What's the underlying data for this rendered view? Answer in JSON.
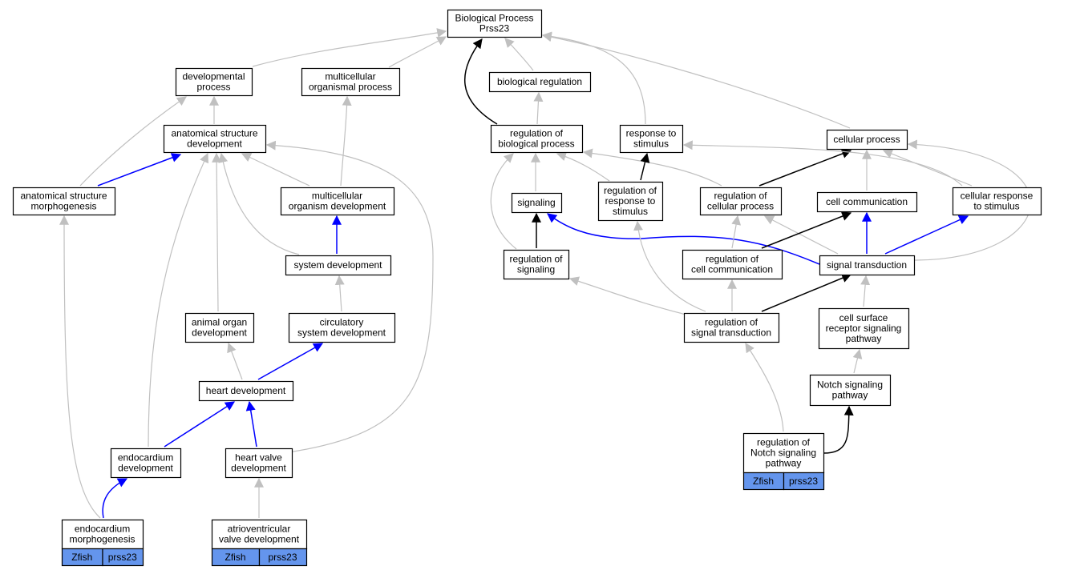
{
  "colors": {
    "edge_gray": "#c0c0c0",
    "edge_black": "#000000",
    "edge_blue": "#0000ff",
    "tag_fill": "#6495ed",
    "node_border": "#000000",
    "node_fill": "#ffffff"
  },
  "nodes": [
    {
      "id": "bp",
      "lines": [
        "Biological Process",
        "Prss23"
      ]
    },
    {
      "id": "devproc",
      "lines": [
        "developmental",
        "process"
      ]
    },
    {
      "id": "multiorg",
      "lines": [
        "multicellular",
        "organismal process"
      ]
    },
    {
      "id": "bioreg",
      "lines": [
        "biological regulation"
      ]
    },
    {
      "id": "asd",
      "lines": [
        "anatomical structure",
        "development"
      ]
    },
    {
      "id": "regbp",
      "lines": [
        "regulation of",
        "biological process"
      ]
    },
    {
      "id": "resp",
      "lines": [
        "response to",
        "stimulus"
      ]
    },
    {
      "id": "cellproc",
      "lines": [
        "cellular process"
      ]
    },
    {
      "id": "asm",
      "lines": [
        "anatomical structure",
        "morphogenesis"
      ]
    },
    {
      "id": "mod",
      "lines": [
        "multicellular",
        "organism development"
      ]
    },
    {
      "id": "signaling",
      "lines": [
        "signaling"
      ]
    },
    {
      "id": "regresp",
      "lines": [
        "regulation of",
        "response to",
        "stimulus"
      ]
    },
    {
      "id": "regcp",
      "lines": [
        "regulation of",
        "cellular process"
      ]
    },
    {
      "id": "cellcomm",
      "lines": [
        "cell communication"
      ]
    },
    {
      "id": "cellresp",
      "lines": [
        "cellular response",
        "to stimulus"
      ]
    },
    {
      "id": "sysdev",
      "lines": [
        "system development"
      ]
    },
    {
      "id": "regsig",
      "lines": [
        "regulation of",
        "signaling"
      ]
    },
    {
      "id": "regcc",
      "lines": [
        "regulation of",
        "cell communication"
      ]
    },
    {
      "id": "sigtrans",
      "lines": [
        "signal transduction"
      ]
    },
    {
      "id": "aod",
      "lines": [
        "animal organ",
        "development"
      ]
    },
    {
      "id": "csd",
      "lines": [
        "circulatory",
        "system development"
      ]
    },
    {
      "id": "regst",
      "lines": [
        "regulation of",
        "signal transduction"
      ]
    },
    {
      "id": "csrsp",
      "lines": [
        "cell surface",
        "receptor signaling",
        "pathway"
      ]
    },
    {
      "id": "heartdev",
      "lines": [
        "heart development"
      ]
    },
    {
      "id": "notch",
      "lines": [
        "Notch signaling",
        "pathway"
      ]
    },
    {
      "id": "endodev",
      "lines": [
        "endocardium",
        "development"
      ]
    },
    {
      "id": "hvd",
      "lines": [
        "heart valve",
        "development"
      ]
    },
    {
      "id": "regnotch",
      "lines": [
        "regulation of",
        "Notch signaling",
        "pathway"
      ],
      "tags": [
        "Zfish",
        "prss23"
      ]
    },
    {
      "id": "endomorph",
      "lines": [
        "endocardium",
        "morphogenesis"
      ],
      "tags": [
        "Zfish",
        "prss23"
      ]
    },
    {
      "id": "avvd",
      "lines": [
        "atrioventricular",
        "valve development"
      ],
      "tags": [
        "Zfish",
        "prss23"
      ]
    }
  ],
  "edges": [
    {
      "from": "devproc",
      "to": "bp",
      "color": "gray"
    },
    {
      "from": "multiorg",
      "to": "bp",
      "color": "gray"
    },
    {
      "from": "bioreg",
      "to": "bp",
      "color": "gray"
    },
    {
      "from": "regbp",
      "to": "bp",
      "color": "black"
    },
    {
      "from": "resp",
      "to": "bp",
      "color": "gray"
    },
    {
      "from": "cellproc",
      "to": "bp",
      "color": "gray"
    },
    {
      "from": "asd",
      "to": "devproc",
      "color": "gray"
    },
    {
      "from": "asm",
      "to": "devproc",
      "color": "gray"
    },
    {
      "from": "mod",
      "to": "multiorg",
      "color": "gray"
    },
    {
      "from": "regbp",
      "to": "bioreg",
      "color": "gray"
    },
    {
      "from": "asm",
      "to": "asd",
      "color": "blue"
    },
    {
      "from": "mod",
      "to": "asd",
      "color": "gray"
    },
    {
      "from": "sysdev",
      "to": "asd",
      "color": "gray"
    },
    {
      "from": "aod",
      "to": "asd",
      "color": "gray"
    },
    {
      "from": "endodev",
      "to": "asd",
      "color": "gray"
    },
    {
      "from": "hvd",
      "to": "asd",
      "color": "gray"
    },
    {
      "from": "sysdev",
      "to": "mod",
      "color": "blue"
    },
    {
      "from": "csd",
      "to": "sysdev",
      "color": "gray"
    },
    {
      "from": "heartdev",
      "to": "aod",
      "color": "gray"
    },
    {
      "from": "heartdev",
      "to": "csd",
      "color": "blue"
    },
    {
      "from": "endodev",
      "to": "heartdev",
      "color": "blue"
    },
    {
      "from": "hvd",
      "to": "heartdev",
      "color": "blue"
    },
    {
      "from": "endomorph",
      "to": "endodev",
      "color": "blue"
    },
    {
      "from": "endomorph",
      "to": "asm",
      "color": "gray"
    },
    {
      "from": "avvd",
      "to": "hvd",
      "color": "gray"
    },
    {
      "from": "signaling",
      "to": "regbp",
      "color": "gray"
    },
    {
      "from": "regresp",
      "to": "regbp",
      "color": "gray"
    },
    {
      "from": "regcp",
      "to": "regbp",
      "color": "gray"
    },
    {
      "from": "regsig",
      "to": "regbp",
      "color": "gray"
    },
    {
      "from": "regresp",
      "to": "resp",
      "color": "black"
    },
    {
      "from": "regcp",
      "to": "cellproc",
      "color": "black"
    },
    {
      "from": "cellcomm",
      "to": "cellproc",
      "color": "gray"
    },
    {
      "from": "cellresp",
      "to": "cellproc",
      "color": "gray"
    },
    {
      "from": "cellresp",
      "to": "resp",
      "color": "gray"
    },
    {
      "from": "sigtrans",
      "to": "cellproc",
      "color": "gray"
    },
    {
      "from": "regsig",
      "to": "signaling",
      "color": "black"
    },
    {
      "from": "sigtrans",
      "to": "signaling",
      "color": "blue"
    },
    {
      "from": "sigtrans",
      "to": "cellcomm",
      "color": "blue"
    },
    {
      "from": "sigtrans",
      "to": "cellresp",
      "color": "blue"
    },
    {
      "from": "sigtrans",
      "to": "regcp",
      "color": "gray"
    },
    {
      "from": "regcc",
      "to": "regcp",
      "color": "gray"
    },
    {
      "from": "regcc",
      "to": "cellcomm",
      "color": "black"
    },
    {
      "from": "regst",
      "to": "regsig",
      "color": "gray"
    },
    {
      "from": "regst",
      "to": "regcc",
      "color": "gray"
    },
    {
      "from": "regst",
      "to": "sigtrans",
      "color": "black"
    },
    {
      "from": "regst",
      "to": "regresp",
      "color": "gray"
    },
    {
      "from": "csrsp",
      "to": "sigtrans",
      "color": "gray"
    },
    {
      "from": "notch",
      "to": "csrsp",
      "color": "gray"
    },
    {
      "from": "regnotch",
      "to": "notch",
      "color": "black"
    },
    {
      "from": "regnotch",
      "to": "regst",
      "color": "gray"
    }
  ]
}
